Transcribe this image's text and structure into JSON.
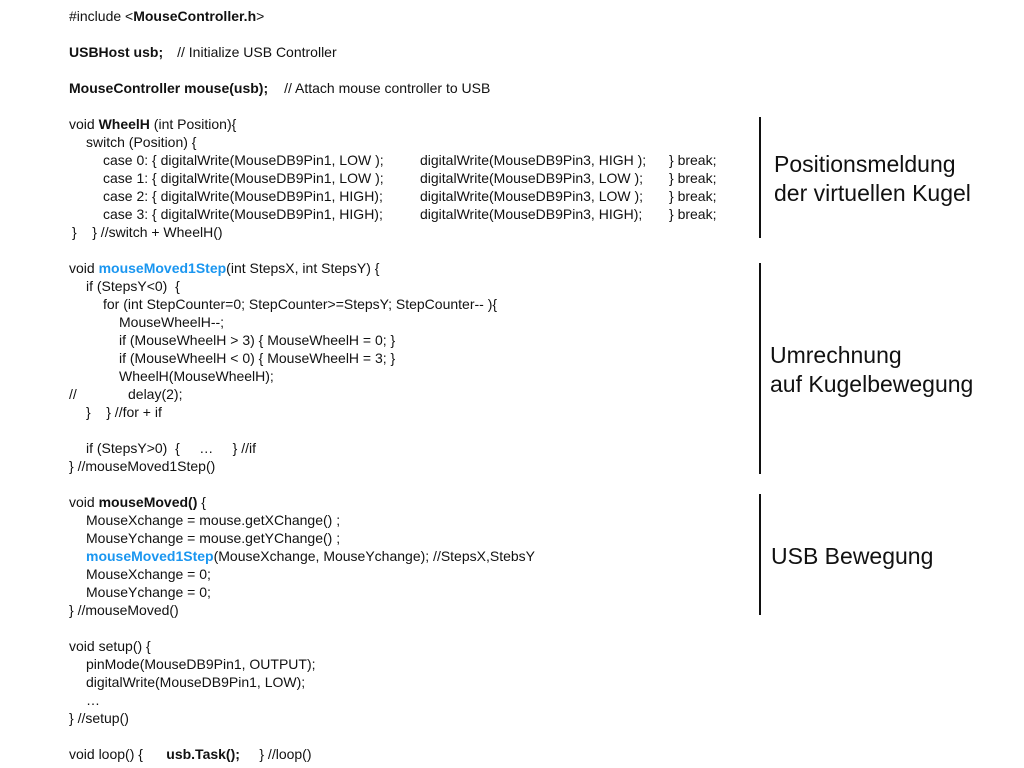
{
  "code": {
    "include": {
      "pre": "#include <",
      "bold": "MouseController.h",
      "post": ">"
    },
    "usb": {
      "bold": "USBHost usb;",
      "comment": "// Initialize USB Controller"
    },
    "mouse": {
      "bold": "MouseController mouse(usb);",
      "comment": "// Attach mouse controller to USB"
    },
    "wheel": {
      "head_pre": "void ",
      "head_bold": "WheelH",
      "head_post": " (int Position){",
      "switch": "switch (Position) {",
      "cases": [
        {
          "a": "case 0: { digitalWrite(MouseDB9Pin1, LOW );",
          "b": "digitalWrite(MouseDB9Pin3, HIGH );",
          "c": "} break;"
        },
        {
          "a": "case 1: { digitalWrite(MouseDB9Pin1, LOW );",
          "b": "digitalWrite(MouseDB9Pin3, LOW );",
          "c": "} break;"
        },
        {
          "a": "case 2: { digitalWrite(MouseDB9Pin1, HIGH);",
          "b": "digitalWrite(MouseDB9Pin3, LOW );",
          "c": "} break;"
        },
        {
          "a": "case 3: { digitalWrite(MouseDB9Pin1, HIGH);",
          "b": "digitalWrite(MouseDB9Pin3, HIGH);",
          "c": "} break;"
        }
      ],
      "end": "}    } //switch + WheelH()"
    },
    "step": {
      "head_pre": "void ",
      "head_blue": "mouseMoved1Step",
      "head_post": "(int StepsX, int StepsY) {",
      "if1": "if (StepsY<0)  {",
      "for": "for (int StepCounter=0; StepCounter>=StepsY; StepCounter-- ){",
      "dec": "MouseWheelH--;",
      "gt": "if (MouseWheelH > 3) { MouseWheelH = 0; }",
      "lt": "if (MouseWheelH < 0) { MouseWheelH = 3; }",
      "call": "WheelH(MouseWheelH);",
      "cmt": "//",
      "delay": "delay(2);",
      "endfor": "}    } //for + if",
      "if2": "if (StepsY>0)  {     …     } //if",
      "end": "} //mouseMoved1Step()"
    },
    "moved": {
      "head_pre": "void ",
      "head_bold": "mouseMoved()",
      "head_post": " {",
      "x": "MouseXchange = mouse.getXChange() ;",
      "y": "MouseYchange = mouse.getYChange() ;",
      "call_blue": "mouseMoved1Step",
      "call_post": "(MouseXchange, MouseYchange); //StepsX,StebsY",
      "x0": "MouseXchange = 0;",
      "y0": "MouseYchange = 0;",
      "end": "} //mouseMoved()"
    },
    "setup": {
      "head": "void setup() {",
      "pin": "pinMode(MouseDB9Pin1, OUTPUT);",
      "dw": "digitalWrite(MouseDB9Pin1, LOW);",
      "dots": "…",
      "end": "} //setup()"
    },
    "loop": {
      "pre": "void loop() {      ",
      "bold": "usb.Task();",
      "post": "     } //loop()"
    }
  },
  "annotations": {
    "position": [
      "Positionsmeldung",
      "der virtuellen Kugel"
    ],
    "umrechnung": [
      "Umrechnung",
      "auf Kugelbewegung"
    ],
    "usb": "USB Bewegung"
  }
}
